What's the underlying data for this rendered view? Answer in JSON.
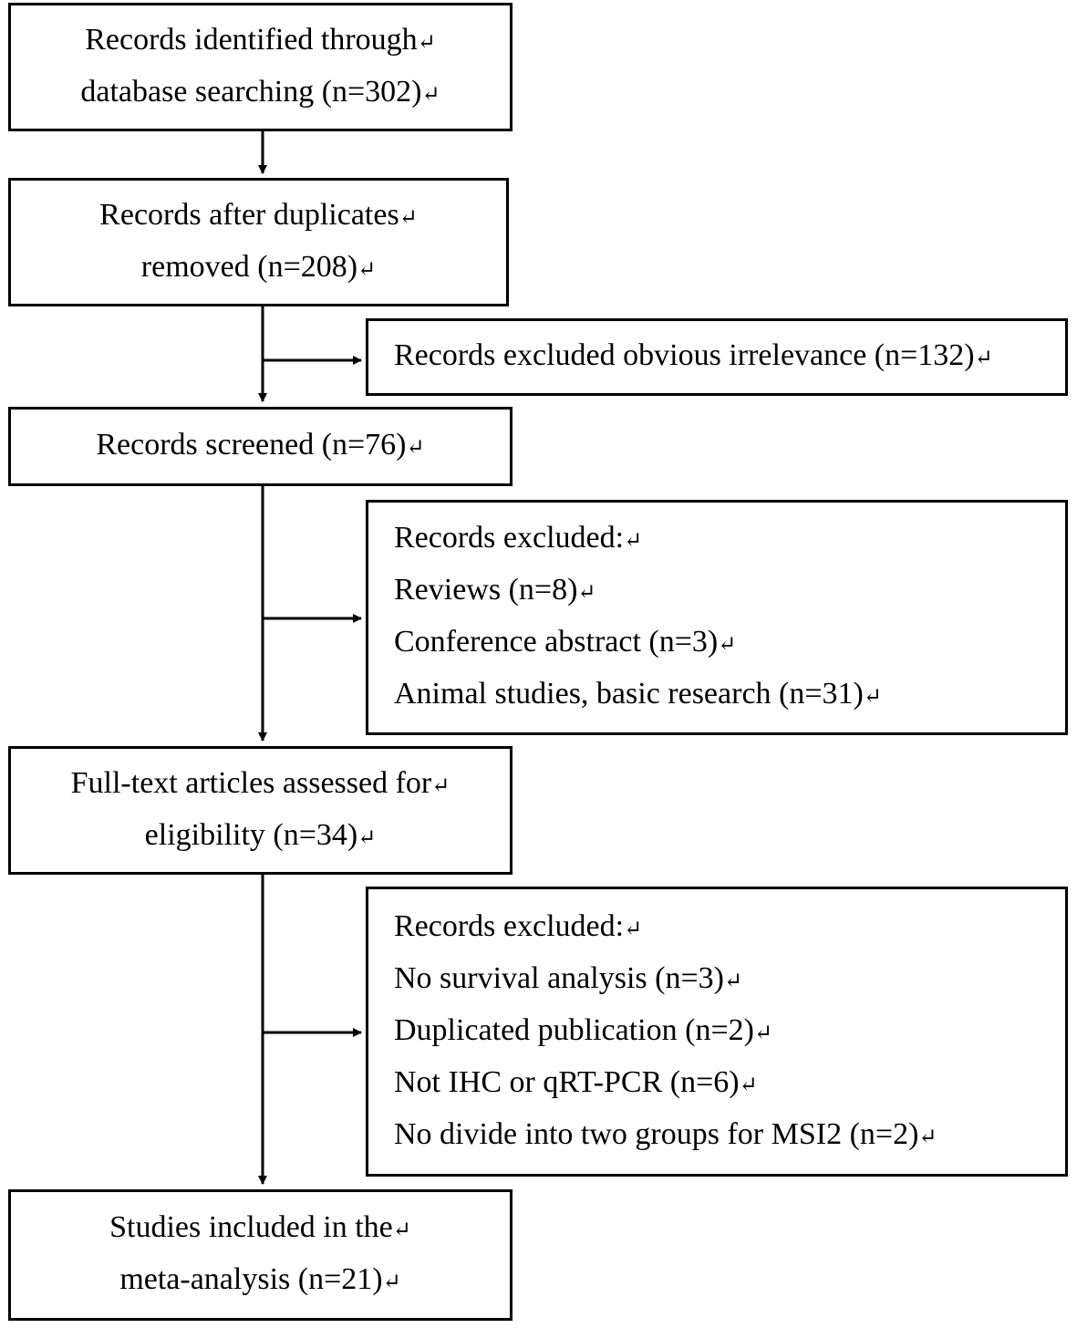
{
  "return_mark": "↵",
  "boxes": {
    "identified": {
      "lines": [
        "Records identified through",
        "database searching (n=302)"
      ]
    },
    "duplicates_removed": {
      "lines": [
        "Records after duplicates",
        "removed (n=208)"
      ]
    },
    "excluded_irrelevance": {
      "lines": [
        "Records excluded obvious irrelevance (n=132)"
      ]
    },
    "screened": {
      "lines": [
        "Records screened (n=76)"
      ]
    },
    "excluded_screening": {
      "lines": [
        "Records excluded:",
        "Reviews (n=8)",
        "Conference abstract (n=3)",
        "Animal studies, basic research (n=31)"
      ]
    },
    "full_text": {
      "lines": [
        "Full-text articles assessed for",
        "eligibility (n=34)"
      ]
    },
    "excluded_eligibility": {
      "lines": [
        "Records excluded:",
        "No survival analysis (n=3)",
        "Duplicated publication (n=2)",
        "Not IHC or qRT-PCR (n=6)",
        "No divide into two groups for MSI2 (n=2)"
      ]
    },
    "included": {
      "lines": [
        "Studies included in the",
        "meta-analysis (n=21)"
      ]
    }
  }
}
